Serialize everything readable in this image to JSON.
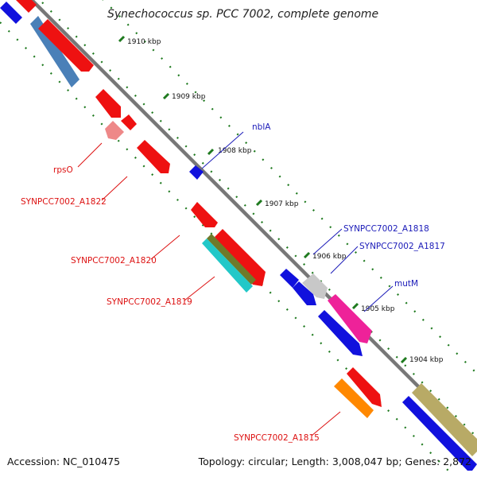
{
  "title": "Synechococcus sp. PCC 7002, complete genome",
  "footer": {
    "accession": "Accession: NC_010475",
    "summary": "Topology: circular; Length: 3,008,047 bp; Genes: 2,872"
  },
  "ticks": [
    "1910 kbp",
    "1909 kbp",
    "1908 kbp",
    "1907 kbp",
    "1906 kbp",
    "1905 kbp",
    "1904 kbp"
  ],
  "labels": {
    "rpsO": "rpsO",
    "a1822": "SYNPCC7002_A1822",
    "a1820": "SYNPCC7002_A1820",
    "a1819": "SYNPCC7002_A1819",
    "a1815": "SYNPCC7002_A1815",
    "nblA": "nblA",
    "a1818": "SYNPCC7002_A1818",
    "a1817": "SYNPCC7002_A1817",
    "mutM": "mutM"
  },
  "colors": {
    "backbone": "#777777",
    "tick_dots": "#1f7a1f",
    "red": "#ee1111",
    "blue": "#1111dd",
    "steelblue": "#4a80b8",
    "pink": "#ee8888",
    "olive": "#6f7a2a",
    "cyan": "#22c8c8",
    "magenta": "#ee2299",
    "gray": "#c8c8c8",
    "orange": "#ff8800",
    "khaki": "#b8aa66"
  }
}
